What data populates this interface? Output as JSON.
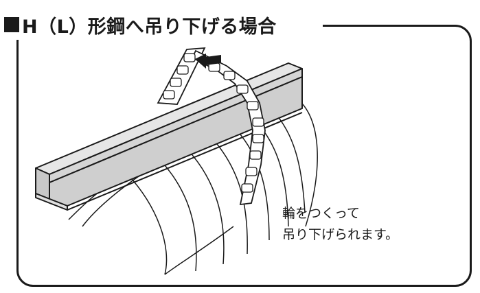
{
  "header": {
    "title": "H（L）形鋼へ吊り下げる場合"
  },
  "caption": {
    "line1": "輪をつくって",
    "line2": "吊り下げられます。"
  },
  "colors": {
    "ink": "#1a1a1a",
    "beam_face": "#c8c8c8",
    "beam_top": "#e6e6e6",
    "background": "#ffffff"
  }
}
